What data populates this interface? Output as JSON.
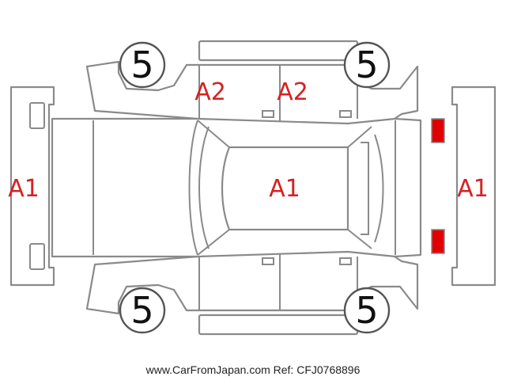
{
  "colors": {
    "damage": "#d42222",
    "front_lamp": "#f2ee00",
    "rear_lamp": "#e00000",
    "outline": "#8a8a8a"
  },
  "tires": {
    "front_left": "5",
    "front_right": "5",
    "rear_left": "5",
    "rear_right": "5"
  },
  "damage": {
    "front_bumper": "A1",
    "rear_bumper": "A1",
    "roof": "A1",
    "front_door_upper": "A2",
    "rear_door_upper": "A2"
  },
  "footer": {
    "text": "www.CarFromJapan.com Ref: CFJ0768896"
  }
}
